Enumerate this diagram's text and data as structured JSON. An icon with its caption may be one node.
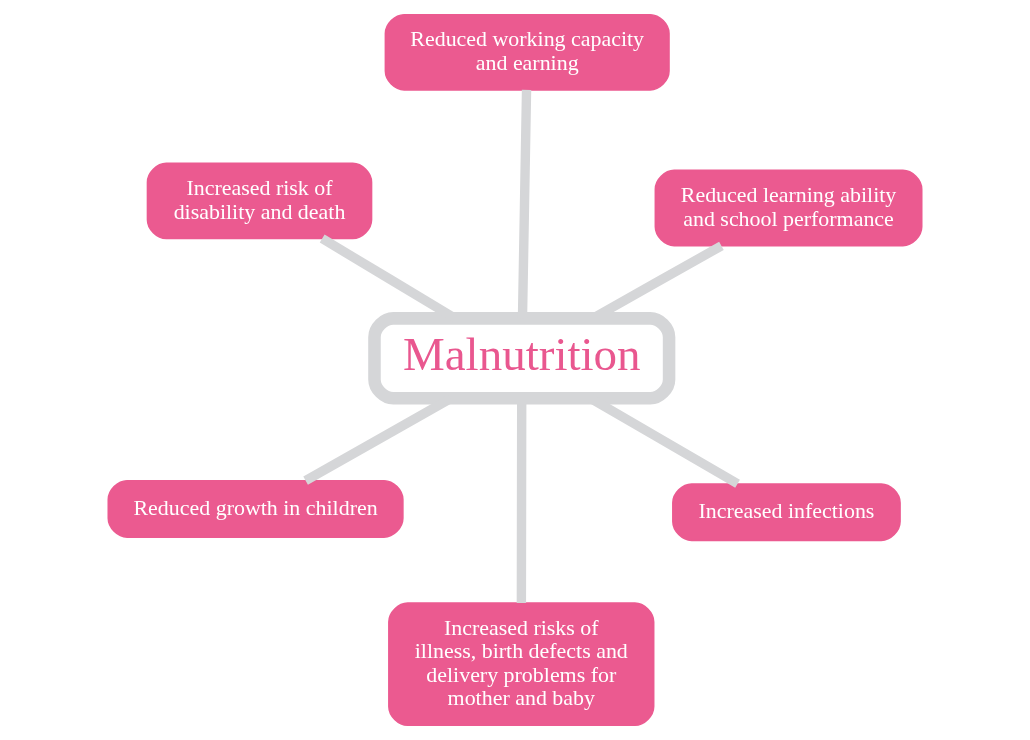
{
  "diagram": {
    "nodes": [
      {
        "text": [
          "Malnutrition"
        ]
      },
      {
        "text": [
          "Increased infections"
        ]
      },
      {
        "text": [
          "Increased risks of illness, birth defects and delivery problems for mother and baby"
        ]
      },
      {
        "text": [
          "Increased risk of disability and death"
        ]
      },
      {
        "text": [
          "Reduced learning ability and school performance"
        ]
      },
      {
        "text": [
          "Reduced working capacity and earning"
        ]
      },
      {
        "text": [
          "Reduced growth in children"
        ]
      }
    ],
    "edges": [
      {
        "from": 0,
        "to": 1,
        "arrow": "none"
      },
      {
        "from": 0,
        "to": 2,
        "arrow": "none"
      },
      {
        "from": 0,
        "to": 3,
        "arrow": "none"
      },
      {
        "from": 0,
        "to": 4,
        "arrow": "none"
      },
      {
        "from": 0,
        "to": 5,
        "arrow": "none"
      },
      {
        "from": 0,
        "to": 6,
        "arrow": "none"
      }
    ]
  }
}
